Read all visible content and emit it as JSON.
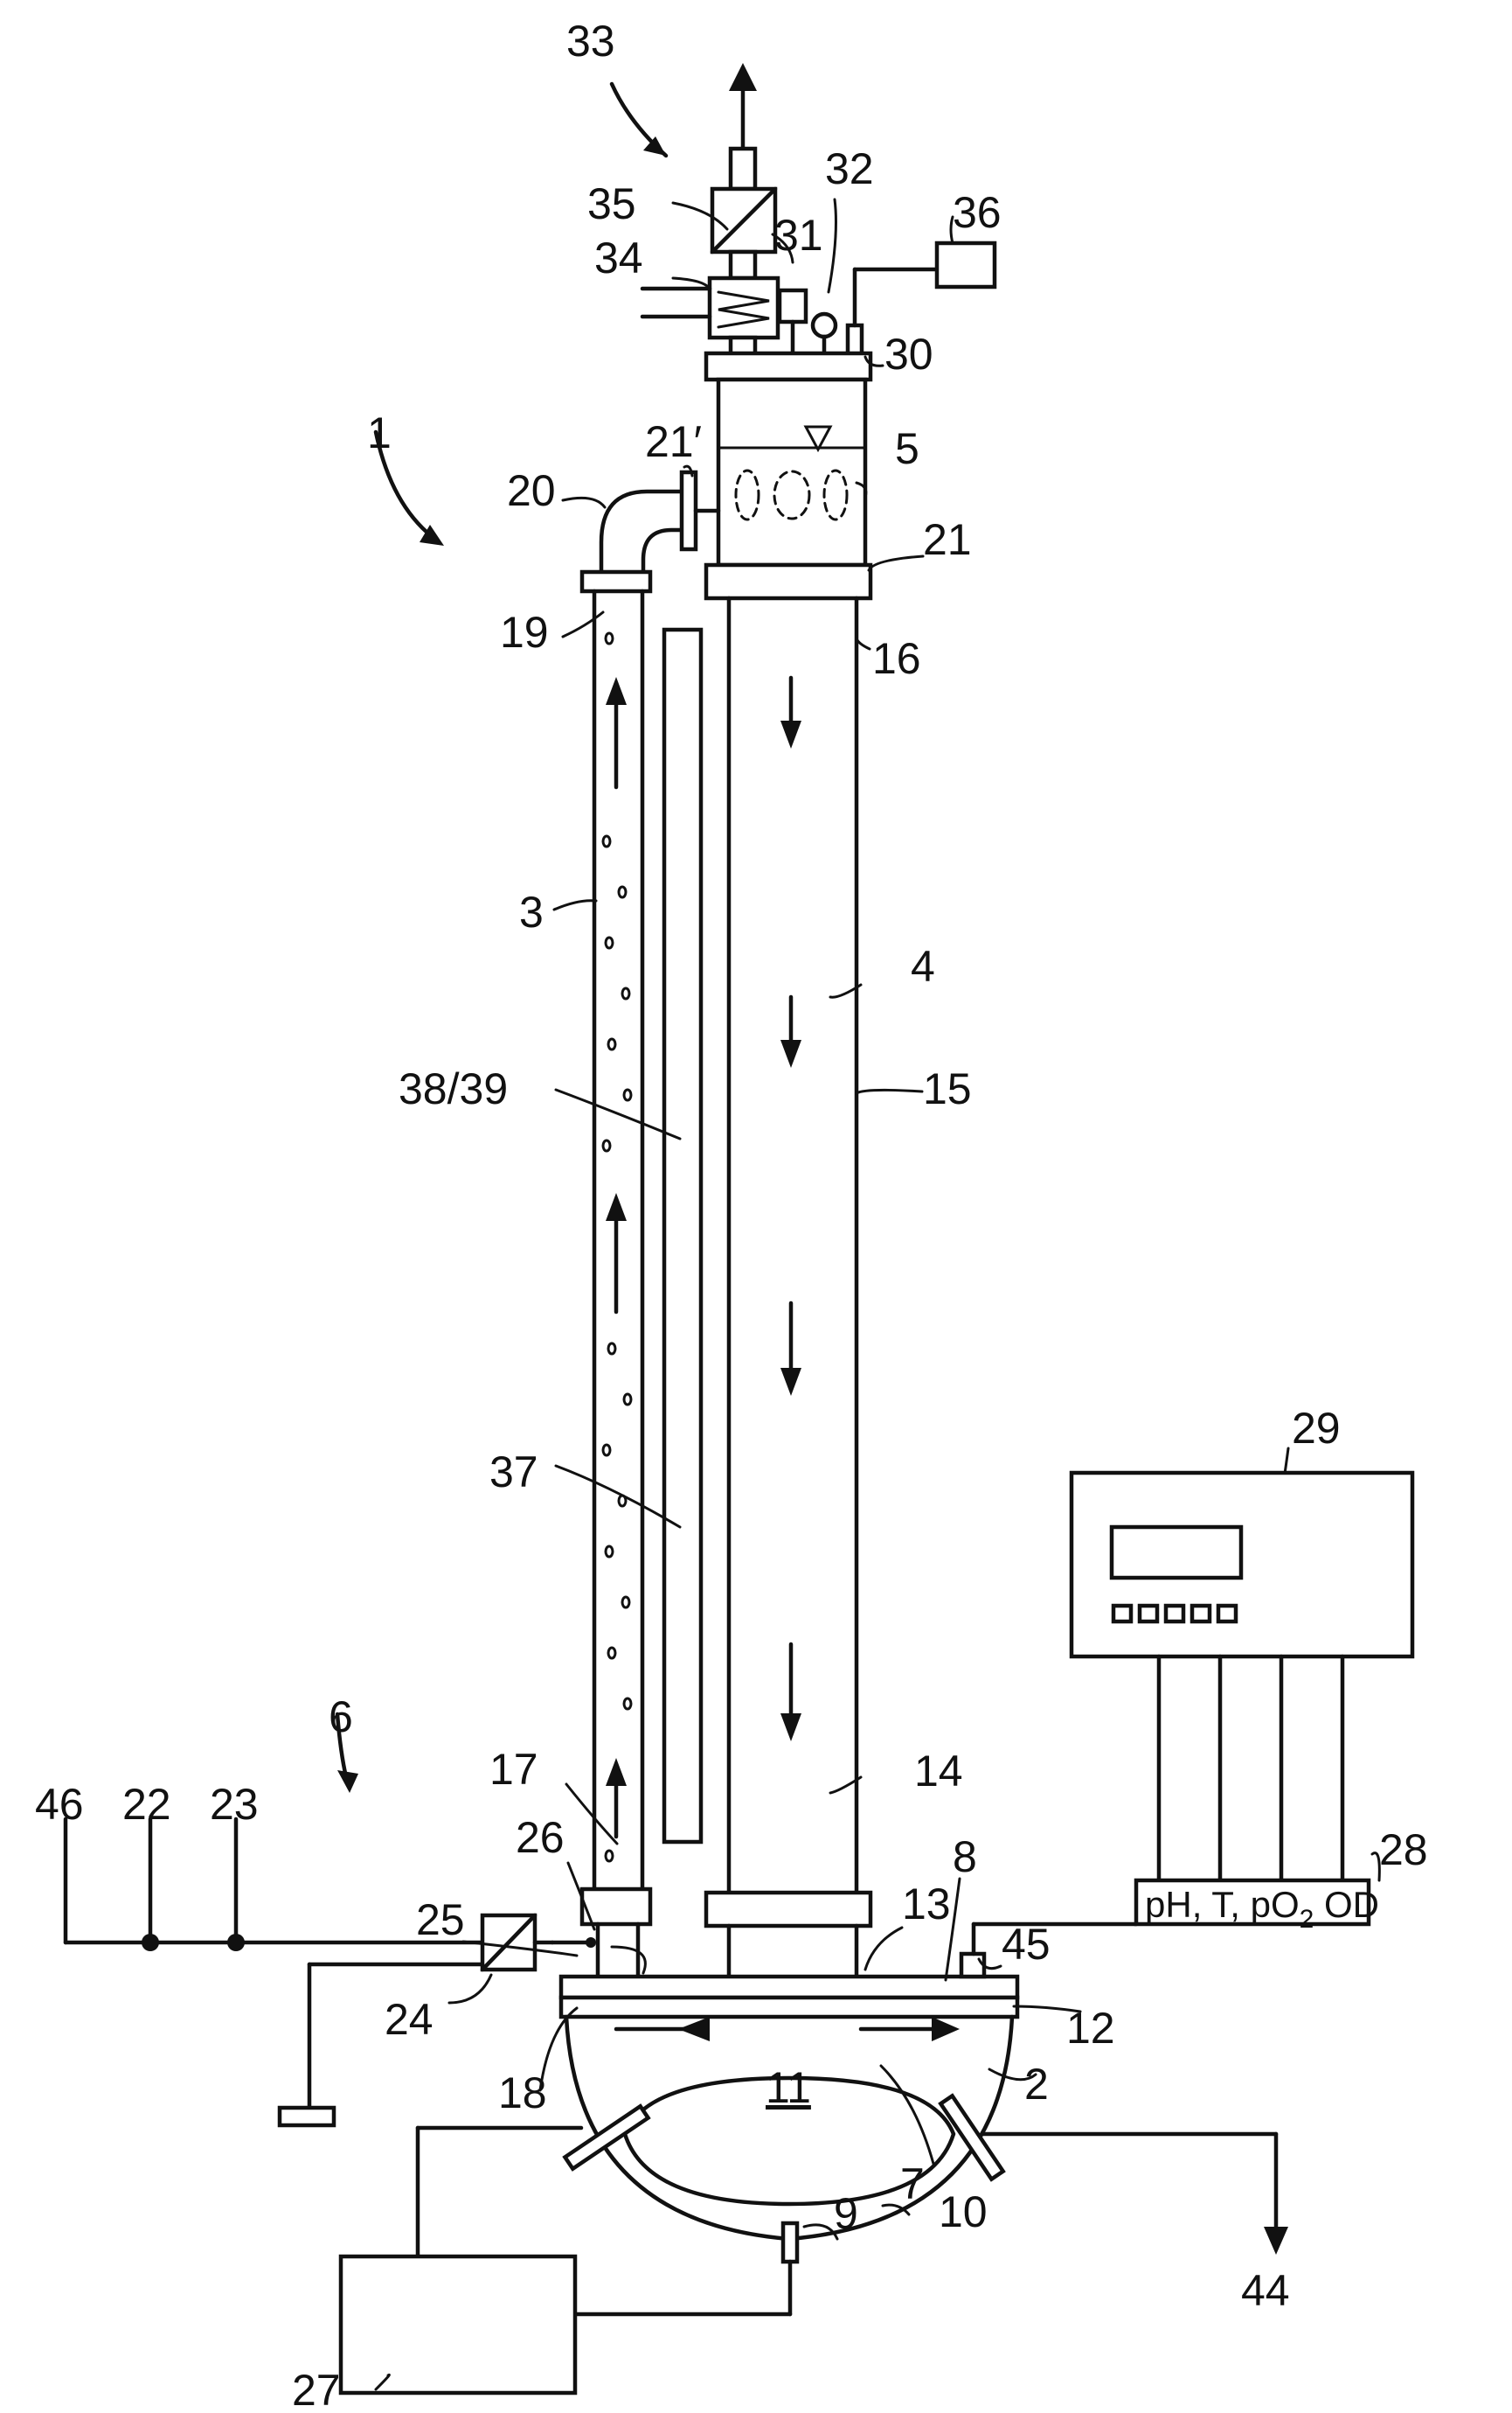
{
  "labels": {
    "l1": "1",
    "l2": "2",
    "l3": "3",
    "l4": "4",
    "l5": "5",
    "l6": "6",
    "l7": "7",
    "l8": "8",
    "l9": "9",
    "l10": "10",
    "l11": "11",
    "l12": "12",
    "l13": "13",
    "l14": "14",
    "l15": "15",
    "l16": "16",
    "l17": "17",
    "l18": "18",
    "l19": "19",
    "l20": "20",
    "l21": "21",
    "l21p": "21′",
    "l22": "22",
    "l23": "23",
    "l24": "24",
    "l25": "25",
    "l26": "26",
    "l27": "27",
    "l28": "28",
    "l29": "29",
    "l30": "30",
    "l31": "31",
    "l32": "32",
    "l33": "33",
    "l34": "34",
    "l35": "35",
    "l36": "36",
    "l37": "37",
    "l3839": "38/39",
    "l44": "44",
    "l45": "45",
    "l46": "46"
  },
  "sensor_box": {
    "text": "pH, T, pO",
    "subscript": "2",
    "suffix": " OD"
  },
  "controller": {
    "display": "",
    "buttons": 5
  }
}
